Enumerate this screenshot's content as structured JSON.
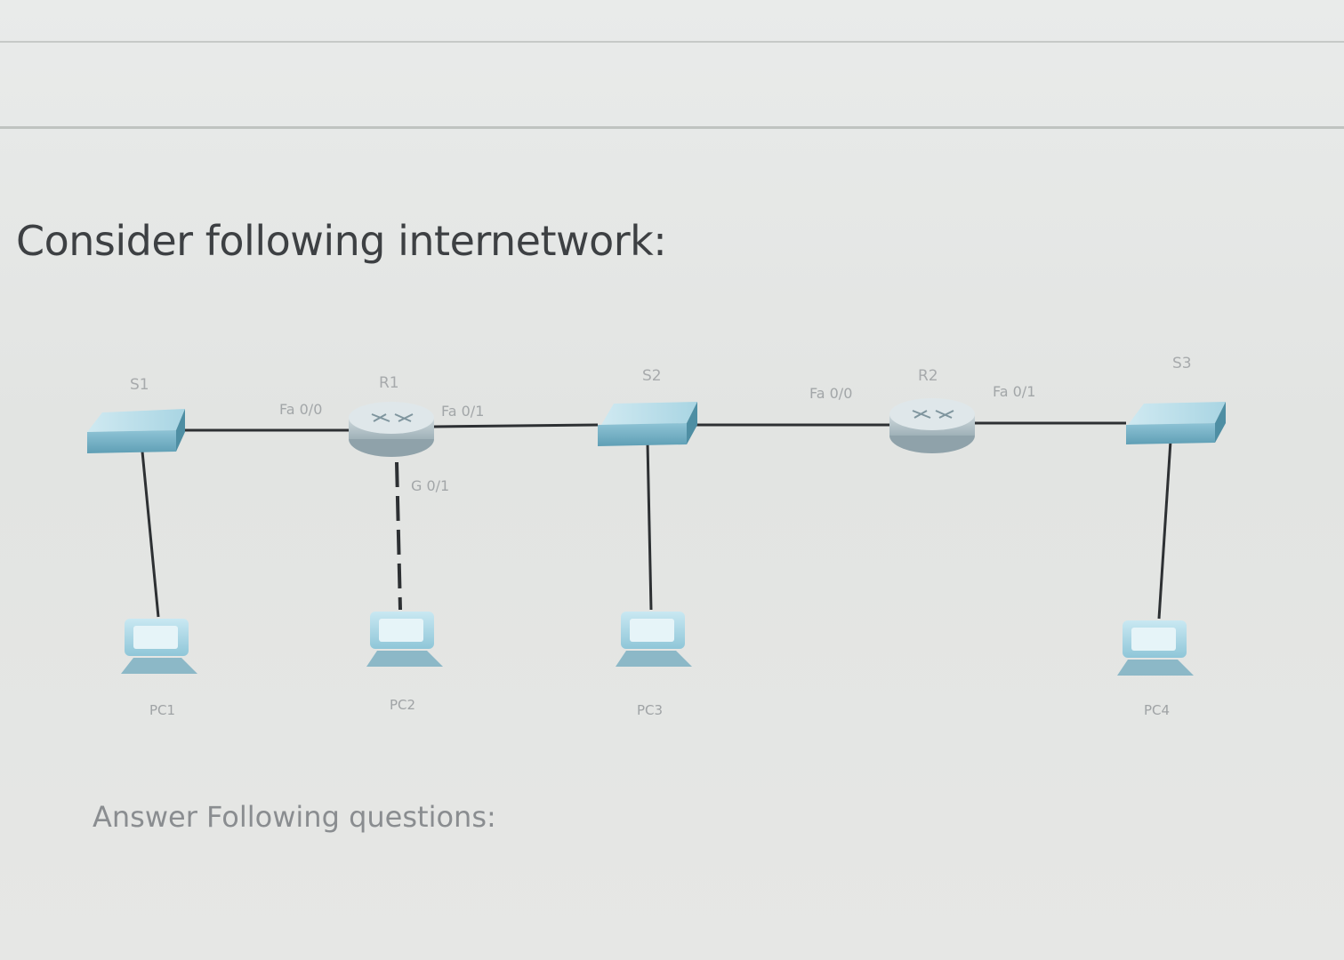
{
  "page": {
    "heading": "Consider following internetwork:",
    "subheading": "Answer Following questions:"
  },
  "colors": {
    "device_body": "#7fb6c9",
    "device_top": "#bfe0ea",
    "router_body": "#b9c6cc",
    "link": "#2d3033",
    "pc_body": "#9fd0e2"
  },
  "diagram": {
    "devices": [
      {
        "id": "S1",
        "type": "switch",
        "label": "S1",
        "icon": "switch-icon"
      },
      {
        "id": "R1",
        "type": "router",
        "label": "R1",
        "icon": "router-icon"
      },
      {
        "id": "S2",
        "type": "switch",
        "label": "S2",
        "icon": "switch-icon"
      },
      {
        "id": "R2",
        "type": "router",
        "label": "R2",
        "icon": "router-icon"
      },
      {
        "id": "S3",
        "type": "switch",
        "label": "S3",
        "icon": "switch-icon"
      },
      {
        "id": "PC1",
        "type": "pc",
        "label": "PC1",
        "icon": "pc-icon"
      },
      {
        "id": "PC2",
        "type": "pc",
        "label": "PC2",
        "icon": "pc-icon"
      },
      {
        "id": "PC3",
        "type": "pc",
        "label": "PC3",
        "icon": "pc-icon"
      },
      {
        "id": "PC4",
        "type": "pc",
        "label": "PC4",
        "icon": "pc-icon"
      }
    ],
    "ports": [
      {
        "device": "R1",
        "label": "Fa 0/0"
      },
      {
        "device": "R1",
        "label": "Fa 0/1"
      },
      {
        "device": "R1",
        "label": "G 0/1"
      },
      {
        "device": "R2",
        "label": "Fa 0/0"
      },
      {
        "device": "R2",
        "label": "Fa 0/1"
      }
    ],
    "links": [
      {
        "from": "S1",
        "to": "R1",
        "style": "solid"
      },
      {
        "from": "R1",
        "to": "S2",
        "style": "solid"
      },
      {
        "from": "S2",
        "to": "R2",
        "style": "solid"
      },
      {
        "from": "R2",
        "to": "S3",
        "style": "solid"
      },
      {
        "from": "S1",
        "to": "PC1",
        "style": "solid"
      },
      {
        "from": "R1",
        "to": "PC2",
        "style": "dashed"
      },
      {
        "from": "S2",
        "to": "PC3",
        "style": "solid"
      },
      {
        "from": "S3",
        "to": "PC4",
        "style": "solid"
      }
    ]
  }
}
